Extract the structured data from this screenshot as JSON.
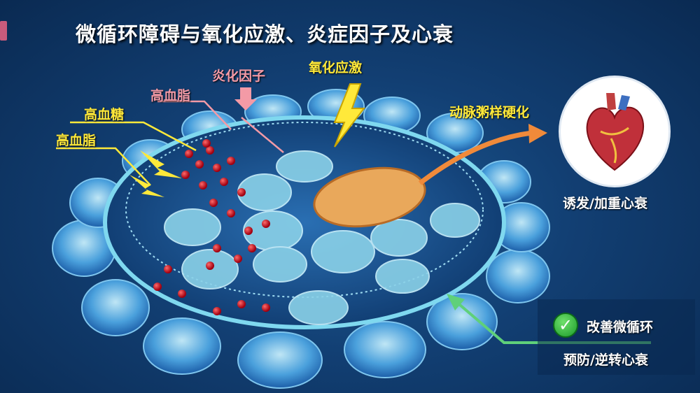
{
  "title": "微循环障碍与氧化应激、炎症因子及心衰",
  "labels": {
    "inflammatory_factor": "炎化因子",
    "oxidative_stress": "氧化应激",
    "hyperlipidemia_pink": "高血脂",
    "hyperglycemia": "高血糖",
    "hyperlipidemia_yellow": "高血脂",
    "atherosclerosis": "动脉粥样硬化",
    "heart_failure": "诱发/加重心衰",
    "improve": "改善微循环",
    "prevent": "预防/逆转心衰"
  },
  "colors": {
    "accent": "#c85b7c",
    "yellow": "#ffe93a",
    "pink": "#f39aa6",
    "arrow_orange": "#f08a3a",
    "arrow_green": "#5fd07a"
  }
}
